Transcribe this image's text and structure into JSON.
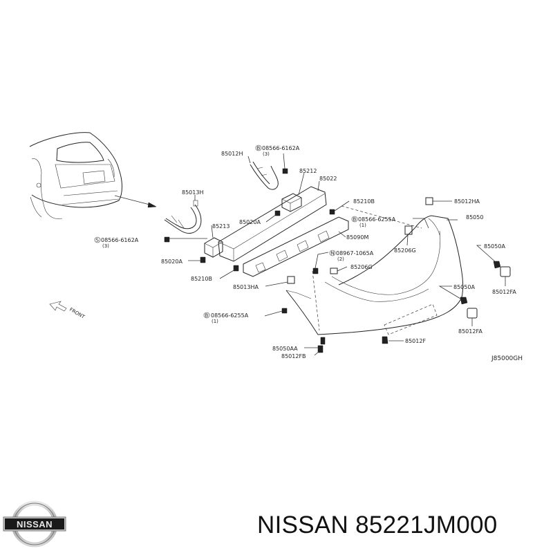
{
  "brand": "NISSAN",
  "title": "NISSAN 85221JM000",
  "diagram_code": "J85000GH",
  "front_label": "FRONT",
  "labels": {
    "p85012H": "85012H",
    "b08566_6162A_top": "08566-6162A",
    "q3_top": "(3)",
    "p85212": "85212",
    "p85022": "85022",
    "p85013H": "85013H",
    "p85210B_right": "85210B",
    "p85012HA": "85012HA",
    "p85020A_top": "85020A",
    "b08566_6255A_top": "08566-6255A",
    "q1_top": "(1)",
    "p85050": "85050",
    "p85213": "85213",
    "p85090M": "85090M",
    "b08566_6162A_left": "08566-6162A",
    "q3_left": "(3)",
    "p85206G_top": "85206G",
    "p85050A_right": "85050A",
    "n08967_1065A": "08967-1065A",
    "q2": "(2)",
    "p85020A_left": "85020A",
    "p85206G_mid": "85206G",
    "p85210B_left": "85210B",
    "p85012FA_upper": "85012FA",
    "p85013HA": "85013HA",
    "p85050A_mid": "85050A",
    "b08566_6255A_bottom": "08566-6255A",
    "q1_bottom": "(1)",
    "p85012FA_lower": "85012FA",
    "p85012F": "85012F",
    "p85050AA": "85050AA",
    "p85012FB": "85012FB"
  }
}
